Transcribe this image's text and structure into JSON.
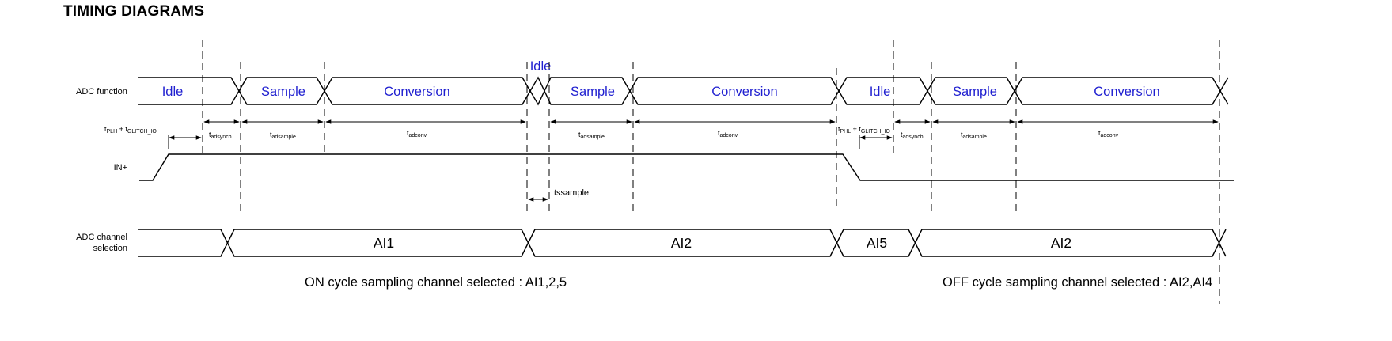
{
  "title": "TIMING DIAGRAMS",
  "rows": {
    "adc_function": "ADC function",
    "in_plus": "IN+",
    "adc_channel": [
      "ADC channel",
      "selection"
    ]
  },
  "adc_states": [
    "Idle",
    "Sample",
    "Conversion",
    "Idle",
    "Sample",
    "Conversion",
    "Idle",
    "Sample",
    "Conversion"
  ],
  "channels": [
    "AI1",
    "AI2",
    "AI5",
    "AI2"
  ],
  "timing_labels": {
    "plh": {
      "main": "t",
      "sub1": "PLH",
      "mid": " + t",
      "sub2": "GLITCH_IO"
    },
    "phl": {
      "main": "t",
      "sub1": "PHL",
      "mid": " + t",
      "sub2": "GLITCH_IO"
    },
    "adsynch": {
      "main": "t",
      "sub": "adsynch"
    },
    "adsample": {
      "main": "t",
      "sub": "adsample"
    },
    "adconv": {
      "main": "t",
      "sub": "adconv"
    },
    "tssample": "tssample"
  },
  "footnotes": {
    "on": "ON cycle sampling channel selected : AI1,2,5",
    "off": "OFF cycle sampling channel selected : AI2,AI4"
  },
  "colors": {
    "state_text": "#1f1fd0",
    "line": "#000000"
  }
}
